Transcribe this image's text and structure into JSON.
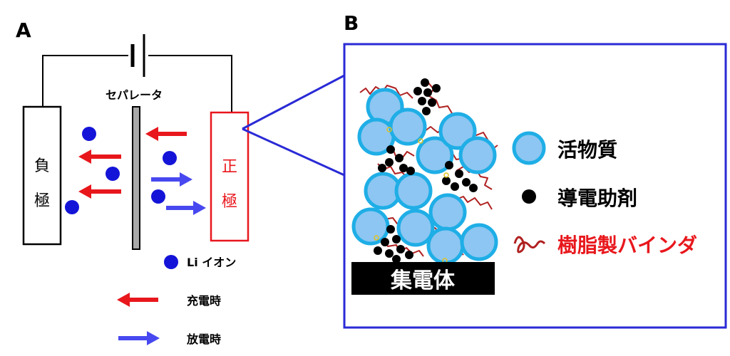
{
  "panels": {
    "a_label": "A",
    "b_label": "B"
  },
  "cell": {
    "separator_label": "セパレータ",
    "negative_electrode": [
      "負",
      "極"
    ],
    "positive_electrode": [
      "正",
      "極"
    ],
    "ion_legend": "Li イオン",
    "charge_legend": "充電時",
    "discharge_legend": "放電時"
  },
  "electrode_detail": {
    "collector_label": "集電体",
    "legend": {
      "active_material": "活物質",
      "conductive_agent": "導電助剤",
      "binder": "樹脂製バインダ"
    }
  },
  "colors": {
    "positive": "#e8171c",
    "charge_arrow": "#e8171c",
    "discharge_arrow": "#4848f0",
    "ion": "#1414d8",
    "frame": "#2a2ad6",
    "particle_fill": "#8dc6f2",
    "particle_stroke": "#1faee6",
    "binder": "#b02020",
    "binder_legend_text": "#e8171c"
  }
}
